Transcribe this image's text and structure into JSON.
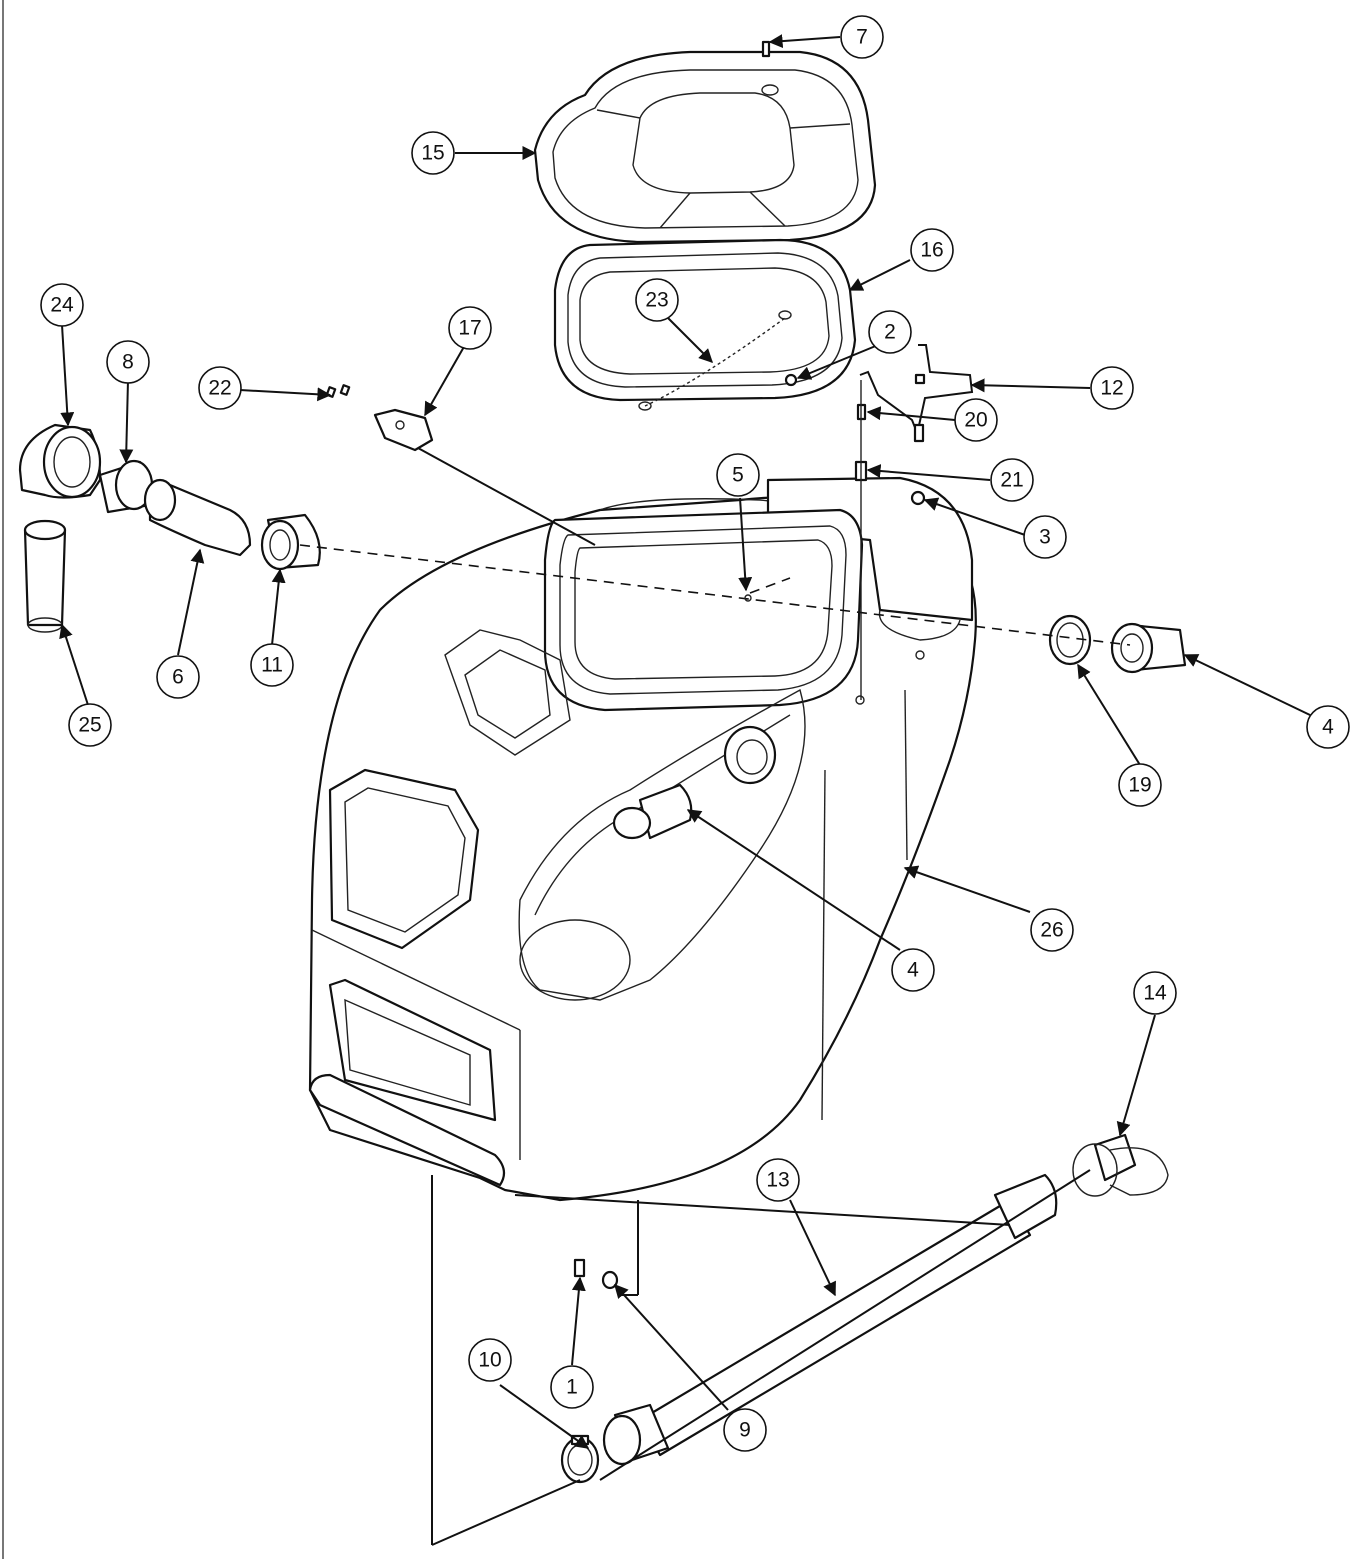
{
  "diagram": {
    "callouts": [
      {
        "id": "c7",
        "label": "7"
      },
      {
        "id": "c15",
        "label": "15"
      },
      {
        "id": "c16",
        "label": "16"
      },
      {
        "id": "c23",
        "label": "23"
      },
      {
        "id": "c24",
        "label": "24"
      },
      {
        "id": "c8",
        "label": "8"
      },
      {
        "id": "c22",
        "label": "22"
      },
      {
        "id": "c17",
        "label": "17"
      },
      {
        "id": "c2",
        "label": "2"
      },
      {
        "id": "c12",
        "label": "12"
      },
      {
        "id": "c20",
        "label": "20"
      },
      {
        "id": "c21",
        "label": "21"
      },
      {
        "id": "c5",
        "label": "5"
      },
      {
        "id": "c3",
        "label": "3"
      },
      {
        "id": "c25",
        "label": "25"
      },
      {
        "id": "c6",
        "label": "6"
      },
      {
        "id": "c11",
        "label": "11"
      },
      {
        "id": "c19",
        "label": "19"
      },
      {
        "id": "c4a",
        "label": "4"
      },
      {
        "id": "c4b",
        "label": "4"
      },
      {
        "id": "c26",
        "label": "26"
      },
      {
        "id": "c14",
        "label": "14"
      },
      {
        "id": "c13",
        "label": "13"
      },
      {
        "id": "c10",
        "label": "10"
      },
      {
        "id": "c1",
        "label": "1"
      },
      {
        "id": "c9",
        "label": "9"
      }
    ]
  }
}
